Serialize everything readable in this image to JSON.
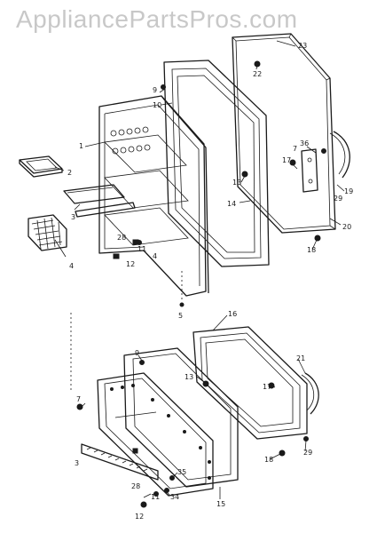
{
  "watermark": "AppliancePartsPros.com",
  "parts": [
    {
      "id": "1"
    },
    {
      "id": "2"
    },
    {
      "id": "3"
    },
    {
      "id": "4"
    },
    {
      "id": "5"
    },
    {
      "id": "7"
    },
    {
      "id": "9"
    },
    {
      "id": "10"
    },
    {
      "id": "11"
    },
    {
      "id": "12"
    },
    {
      "id": "13"
    },
    {
      "id": "14"
    },
    {
      "id": "15"
    },
    {
      "id": "16"
    },
    {
      "id": "17"
    },
    {
      "id": "18"
    },
    {
      "id": "19"
    },
    {
      "id": "20"
    },
    {
      "id": "21"
    },
    {
      "id": "22"
    },
    {
      "id": "23"
    },
    {
      "id": "28"
    },
    {
      "id": "29"
    },
    {
      "id": "34"
    },
    {
      "id": "35"
    },
    {
      "id": "36"
    }
  ]
}
